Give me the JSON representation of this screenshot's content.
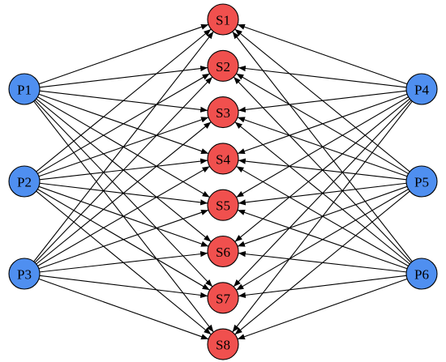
{
  "colors": {
    "source_fill": "#4f8ff0",
    "target_fill": "#f0504e",
    "edge": "#000000",
    "outline": "#000000"
  },
  "left_nodes": [
    {
      "id": "P1",
      "label": "P1"
    },
    {
      "id": "P2",
      "label": "P2"
    },
    {
      "id": "P3",
      "label": "P3"
    }
  ],
  "right_nodes": [
    {
      "id": "P4",
      "label": "P4"
    },
    {
      "id": "P5",
      "label": "P5"
    },
    {
      "id": "P6",
      "label": "P6"
    }
  ],
  "middle_nodes": [
    {
      "id": "S1",
      "label": "S1"
    },
    {
      "id": "S2",
      "label": "S2"
    },
    {
      "id": "S3",
      "label": "S3"
    },
    {
      "id": "S4",
      "label": "S4"
    },
    {
      "id": "S5",
      "label": "S5"
    },
    {
      "id": "S6",
      "label": "S6"
    },
    {
      "id": "S7",
      "label": "S7"
    },
    {
      "id": "S8",
      "label": "S8"
    }
  ],
  "edges": "every P node has a directed arrow to every S node"
}
